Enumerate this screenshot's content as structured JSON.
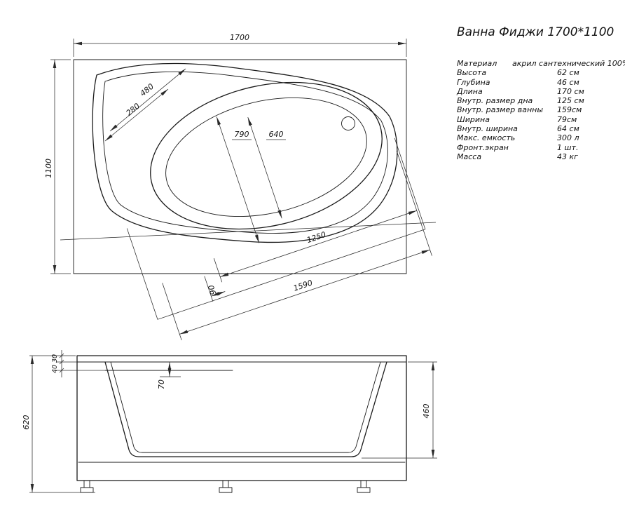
{
  "title": "Ванна Фиджи 1700*1100",
  "specs": [
    {
      "label": "Материал",
      "value": "акрил сантехнический 100%"
    },
    {
      "label": "Высота",
      "value": "62 см"
    },
    {
      "label": "Глубина",
      "value": "46 см"
    },
    {
      "label": "Длина",
      "value": "170 см"
    },
    {
      "label": "Внутр. размер дна",
      "value": "125 см"
    },
    {
      "label": "Внутр. размер ванны",
      "value": "159см"
    },
    {
      "label": "Ширина",
      "value": "79см"
    },
    {
      "label": "Внутр. ширина",
      "value": "64 см"
    },
    {
      "label": "Макс. емкость",
      "value": "300 л"
    },
    {
      "label": "Фронт.экран",
      "value": "1 шт."
    },
    {
      "label": "Масса",
      "value": "43 кг"
    }
  ],
  "top_view": {
    "overall_length": "1700",
    "overall_width": "1100",
    "headrest_outer": "480",
    "headrest_inner": "280",
    "inner_width": "790",
    "bottom_width": "640",
    "rim_offset": "90",
    "bottom_length": "1250",
    "inner_length": "1590"
  },
  "side_view": {
    "rim_height": "30",
    "rim_drop": "40",
    "overflow_drop": "70",
    "overall_height": "620",
    "body_height": "460"
  }
}
